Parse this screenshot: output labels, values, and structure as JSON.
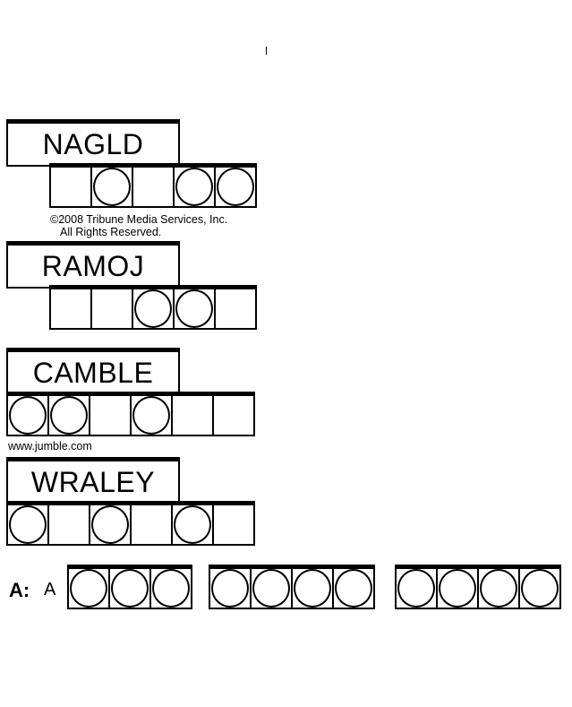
{
  "scrambled_words": [
    {
      "word": "NAGLD",
      "cells": [
        "square",
        "circle",
        "square",
        "circle",
        "circle"
      ]
    },
    {
      "word": "RAMOJ",
      "cells": [
        "square",
        "square",
        "circle",
        "circle",
        "square"
      ]
    },
    {
      "word": "CAMBLE",
      "cells": [
        "circle",
        "circle",
        "square",
        "circle",
        "square",
        "square"
      ]
    },
    {
      "word": "WRALEY",
      "cells": [
        "circle",
        "square",
        "circle",
        "square",
        "circle",
        "square"
      ]
    }
  ],
  "copyright": {
    "line1": "©2008 Tribune Media Services, Inc.",
    "line2": "All Rights Reserved."
  },
  "website": "www.jumble.com",
  "answer": {
    "label": "A:",
    "prefix": "A",
    "groups": [
      [
        "circle",
        "circle",
        "circle"
      ],
      [
        "circle",
        "circle",
        "circle",
        "circle"
      ],
      [
        "circle",
        "circle",
        "circle",
        "circle"
      ]
    ]
  }
}
